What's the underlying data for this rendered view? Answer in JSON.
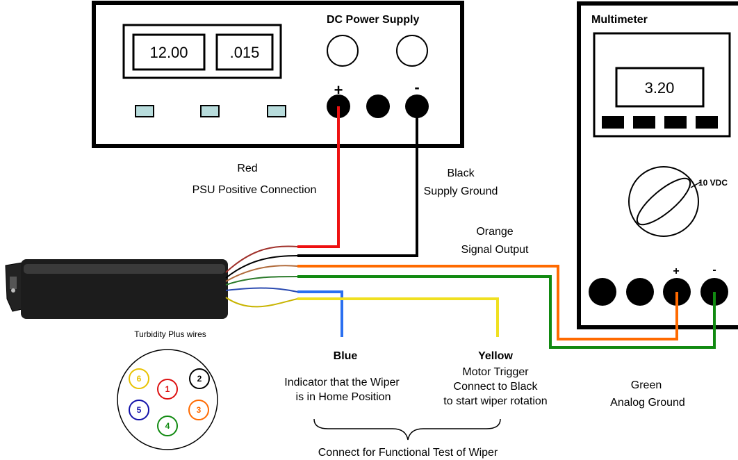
{
  "psu": {
    "title": "DC Power Supply",
    "voltage": "12.00",
    "current": ".015",
    "plus_symbol": "+",
    "minus_symbol": "-"
  },
  "meter": {
    "title": "Multimeter",
    "reading": "3.20",
    "range_label": "10 VDC",
    "plus_symbol": "+",
    "minus_symbol": "-"
  },
  "wires": {
    "red": {
      "name": "Red",
      "desc": "PSU Positive Connection",
      "color": "#ee1111"
    },
    "black": {
      "name": "Black",
      "desc": "Supply Ground",
      "color": "#000000"
    },
    "orange": {
      "name": "Orange",
      "desc": "Signal Output",
      "color": "#ff6a00"
    },
    "green": {
      "name": "Green",
      "desc": "Analog Ground",
      "color": "#118a11"
    },
    "blue": {
      "name": "Blue",
      "desc_line1": "Indicator that the Wiper",
      "desc_line2": "is in Home Position",
      "color": "#2a6ff0"
    },
    "yellow": {
      "name": "Yellow",
      "desc_line1": "Motor Trigger",
      "desc_line2": "Connect to Black",
      "desc_line3": "to start wiper rotation",
      "color": "#f0e020"
    }
  },
  "connector": {
    "title": "Turbidity  Plus wires",
    "pins": [
      {
        "label": "6",
        "color": "#e8c200"
      },
      {
        "label": "1",
        "color": "#dd1111"
      },
      {
        "label": "2",
        "color": "#000000"
      },
      {
        "label": "5",
        "color": "#1111aa"
      },
      {
        "label": "3",
        "color": "#ff6a00"
      },
      {
        "label": "4",
        "color": "#118a11"
      }
    ]
  },
  "functional_test": "Connect for Functional Test of Wiper"
}
